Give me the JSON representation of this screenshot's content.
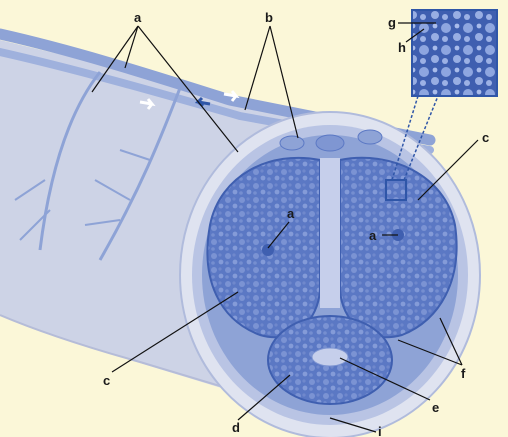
{
  "labels": {
    "a_top": "a",
    "b_top": "b",
    "g": "g",
    "h": "h",
    "c_right": "c",
    "a_left_inner": "a",
    "a_right_inner": "a",
    "c_left": "c",
    "f": "f",
    "e": "e",
    "d": "d",
    "i": "i"
  },
  "colors": {
    "background": "#fbf7d8",
    "shaft_fill": "#cdd3e6",
    "vessel_fill": "#8ea3d6",
    "tissue_fill": "#5b78c4",
    "tissue_dark": "#3f5fb0",
    "membrane": "#a8b6dc",
    "arrow_white": "#ffffff",
    "arrow_blue": "#2f56a8"
  }
}
